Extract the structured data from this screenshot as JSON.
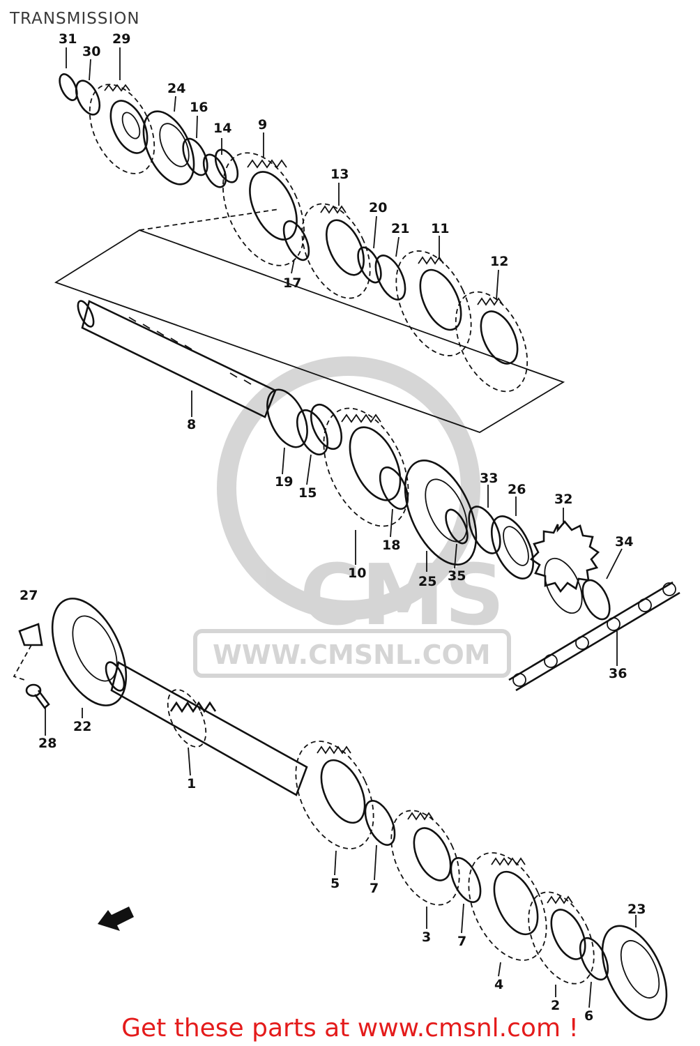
{
  "title": "TRANSMISSION",
  "footer": {
    "text": "Get these parts at www.cmsnl.com !",
    "color": "#e41b1b"
  },
  "watermark": {
    "logo_text": "CMS",
    "url_text": "WWW.CMSNL.COM"
  },
  "callouts": [
    {
      "id": "31",
      "label": "31"
    },
    {
      "id": "30",
      "label": "30"
    },
    {
      "id": "29",
      "label": "29"
    },
    {
      "id": "24",
      "label": "24"
    },
    {
      "id": "16",
      "label": "16"
    },
    {
      "id": "14",
      "label": "14"
    },
    {
      "id": "9",
      "label": "9"
    },
    {
      "id": "13",
      "label": "13"
    },
    {
      "id": "20",
      "label": "20"
    },
    {
      "id": "21",
      "label": "21"
    },
    {
      "id": "11",
      "label": "11"
    },
    {
      "id": "12",
      "label": "12"
    },
    {
      "id": "17",
      "label": "17"
    },
    {
      "id": "8",
      "label": "8"
    },
    {
      "id": "19",
      "label": "19"
    },
    {
      "id": "15",
      "label": "15"
    },
    {
      "id": "10",
      "label": "10"
    },
    {
      "id": "18",
      "label": "18"
    },
    {
      "id": "33",
      "label": "33"
    },
    {
      "id": "26",
      "label": "26"
    },
    {
      "id": "32",
      "label": "32"
    },
    {
      "id": "34",
      "label": "34"
    },
    {
      "id": "25",
      "label": "25"
    },
    {
      "id": "35",
      "label": "35"
    },
    {
      "id": "36",
      "label": "36"
    },
    {
      "id": "27",
      "label": "27"
    },
    {
      "id": "22",
      "label": "22"
    },
    {
      "id": "28",
      "label": "28"
    },
    {
      "id": "1",
      "label": "1"
    },
    {
      "id": "5",
      "label": "5"
    },
    {
      "id": "7a",
      "label": "7"
    },
    {
      "id": "3",
      "label": "3"
    },
    {
      "id": "7b",
      "label": "7"
    },
    {
      "id": "23",
      "label": "23"
    },
    {
      "id": "4",
      "label": "4"
    },
    {
      "id": "2",
      "label": "2"
    },
    {
      "id": "6",
      "label": "6"
    }
  ],
  "icons": {
    "direction_arrow": "front-direction-arrow-icon"
  }
}
